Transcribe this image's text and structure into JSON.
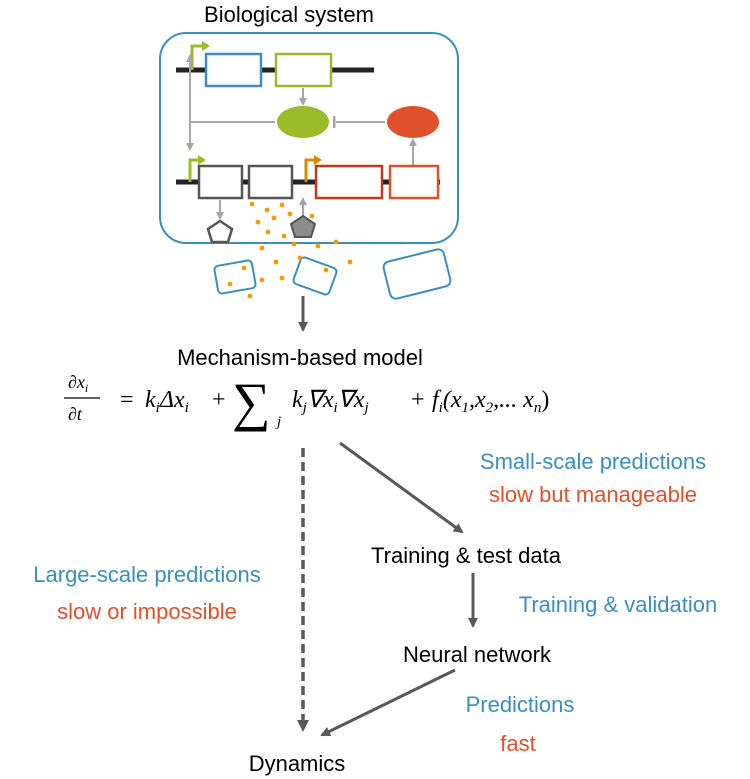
{
  "title": "Biological system",
  "model_title": "Mechanism-based model",
  "equation": {
    "lhs_num": "∂x",
    "lhs_num_sub": "i",
    "lhs_den": "∂t",
    "equals": "=",
    "term1_k": "k",
    "term1_k_sub": "i",
    "term1_op": "Δx",
    "term1_op_sub": "i",
    "plus1": "+",
    "sum": "∑",
    "sum_sub": "j",
    "term2_k": "k",
    "term2_k_sub": "j",
    "term2_a": "∇x",
    "term2_a_sub": "i",
    "term2_b": "∇x",
    "term2_b_sub": "j",
    "plus2": "+",
    "term3_f": "f",
    "term3_f_sub": "i",
    "term3_open": "(x",
    "term3_x1_sub": "1",
    "term3_comma1": ",x",
    "term3_x2_sub": "2",
    "term3_dots": ",... x",
    "term3_xn_sub": "n",
    "term3_close": ")"
  },
  "labels": {
    "small_scale": "Small-scale predictions",
    "small_scale_note": "slow but manageable",
    "training_data": "Training & test data",
    "training_validation": "Training & validation",
    "large_scale": "Large-scale predictions",
    "large_scale_note": "slow or impossible",
    "neural_network": "Neural network",
    "predictions": "Predictions",
    "predictions_note": "fast",
    "dynamics": "Dynamics"
  },
  "colors": {
    "blue": "#3a8fc0",
    "orange": "#e0502a",
    "green": "#9bbc2a",
    "dark": "#333333",
    "gray": "#a6a6a6",
    "arrow": "#595959",
    "dot": "#f59b00"
  }
}
